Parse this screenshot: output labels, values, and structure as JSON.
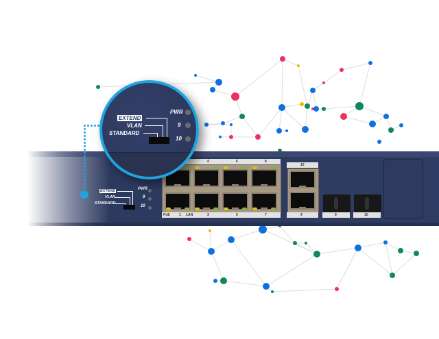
{
  "scene": {
    "description": "Product illustration of a network switch with a magnified DIP switch / LED panel over a network node graph",
    "colors": {
      "switch_body": "#2f3c63",
      "highlight_ring": "#1fa4df",
      "node_blue": "#1070e0",
      "node_red": "#ee3060",
      "node_green": "#108858",
      "node_yellow": "#f0b800",
      "edge": "#dddddd",
      "led_yellow": "#d6c21e",
      "led_green": "#7bb544"
    }
  },
  "mode_switch": {
    "options": [
      "EXTEND",
      "VLAN",
      "STANDARD"
    ],
    "selected": "EXTEND"
  },
  "status_leds": [
    {
      "label": "PWR",
      "state": "off"
    },
    {
      "label": "9",
      "state": "off"
    },
    {
      "label": "10",
      "state": "off"
    }
  ],
  "magnifier": {
    "mode_options": [
      "EXTEND",
      "VLAN",
      "STANDARD"
    ],
    "leds": [
      "PWR",
      "9",
      "10"
    ]
  },
  "rj45_block": {
    "top_labels": [
      "4",
      "6",
      "8"
    ],
    "bottom_labels": [
      "PoE",
      "1",
      "LAN",
      "3",
      "5",
      "7"
    ]
  },
  "uplink_block": {
    "top_label": "10",
    "bottom_label": "9"
  },
  "sfp_ports": [
    {
      "label": "9"
    },
    {
      "label": "10"
    }
  ]
}
